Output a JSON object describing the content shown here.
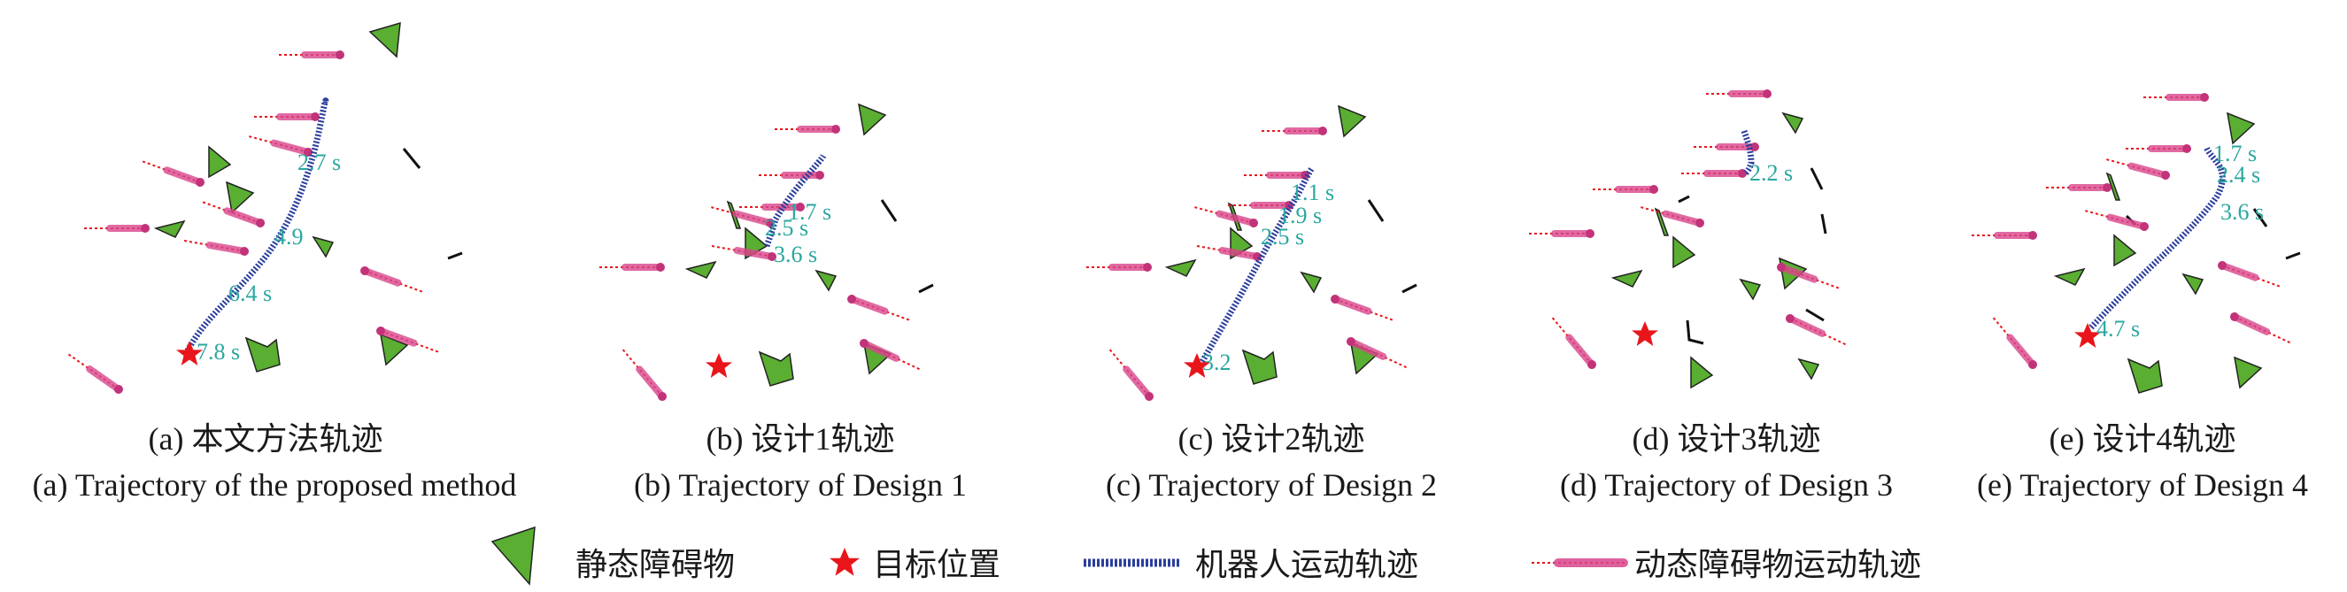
{
  "panels": [
    {
      "caption_cn": "(a) 本文方法轨迹",
      "caption_en": "(a) Trajectory of the proposed method",
      "time_labels": [
        "2.7 s",
        "4.9",
        "6.4 s",
        "7.8 s"
      ]
    },
    {
      "caption_cn": "(b) 设计1轨迹",
      "caption_en": "(b) Trajectory of Design 1",
      "time_labels": [
        "1.7 s",
        "2.5 s",
        "3.6 s"
      ]
    },
    {
      "caption_cn": "(c) 设计2轨迹",
      "caption_en": "(c) Trajectory of Design 2",
      "time_labels": [
        "1.1 s",
        "1.9 s",
        "2.5 s",
        "3.2"
      ]
    },
    {
      "caption_cn": "(d) 设计3轨迹",
      "caption_en": "(d) Trajectory of Design 3",
      "time_labels": [
        "2.2 s"
      ]
    },
    {
      "caption_cn": "(e) 设计4轨迹",
      "caption_en": "(e) Trajectory of Design 4",
      "time_labels": [
        "1.7 s",
        "2.4 s",
        "3.6 s",
        "4.7 s"
      ]
    }
  ],
  "legend": {
    "static_obstacle": "静态障碍物",
    "target_position": "目标位置",
    "robot_trajectory": "机器人运动轨迹",
    "dynamic_obstacle_trajectory": "动态障碍物运动轨迹"
  },
  "colors": {
    "static_obstacle": "#5aae32",
    "target": "#e8161b",
    "robot_trajectory": "#2b3e9c",
    "dynamic_obstacle": "#d9468c",
    "time_label": "#2aa7a0"
  }
}
